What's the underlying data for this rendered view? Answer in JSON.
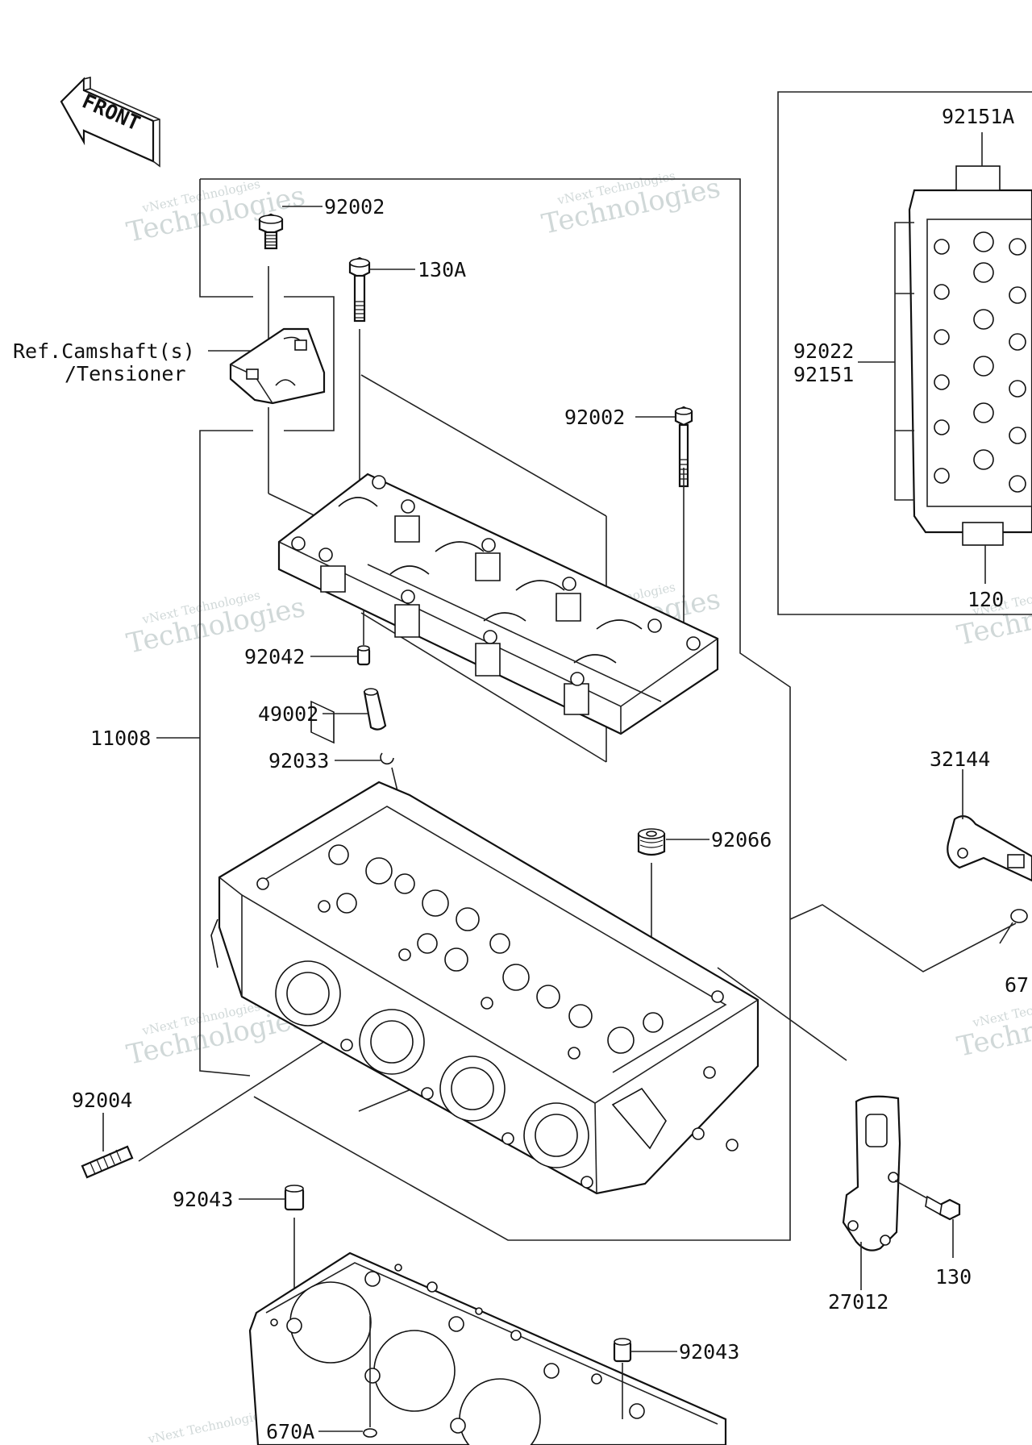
{
  "diagram": {
    "front_arrow_label": "FRONT",
    "watermark_big": "Technologies",
    "watermark_small": "vNext Technologies",
    "watermark_vnext": "vNext",
    "labels": {
      "p92002_top": "92002",
      "p130A": "130A",
      "ref_line1": "Ref.Camshaft(s)",
      "ref_line2": "/Tensioner",
      "p92002_mid": "92002",
      "p92042": "92042",
      "p49002": "49002",
      "p11008": "11008",
      "p92033": "92033",
      "p92066": "92066",
      "p92004": "92004",
      "p92043_left": "92043",
      "p92043_right": "92043",
      "p670A": "670A",
      "p27012": "27012",
      "p130": "130",
      "p32144": "32144",
      "p670_cut": "67",
      "p92151A": "92151A",
      "p92022": "92022",
      "p92151": "92151",
      "p120_cut": "120"
    }
  }
}
